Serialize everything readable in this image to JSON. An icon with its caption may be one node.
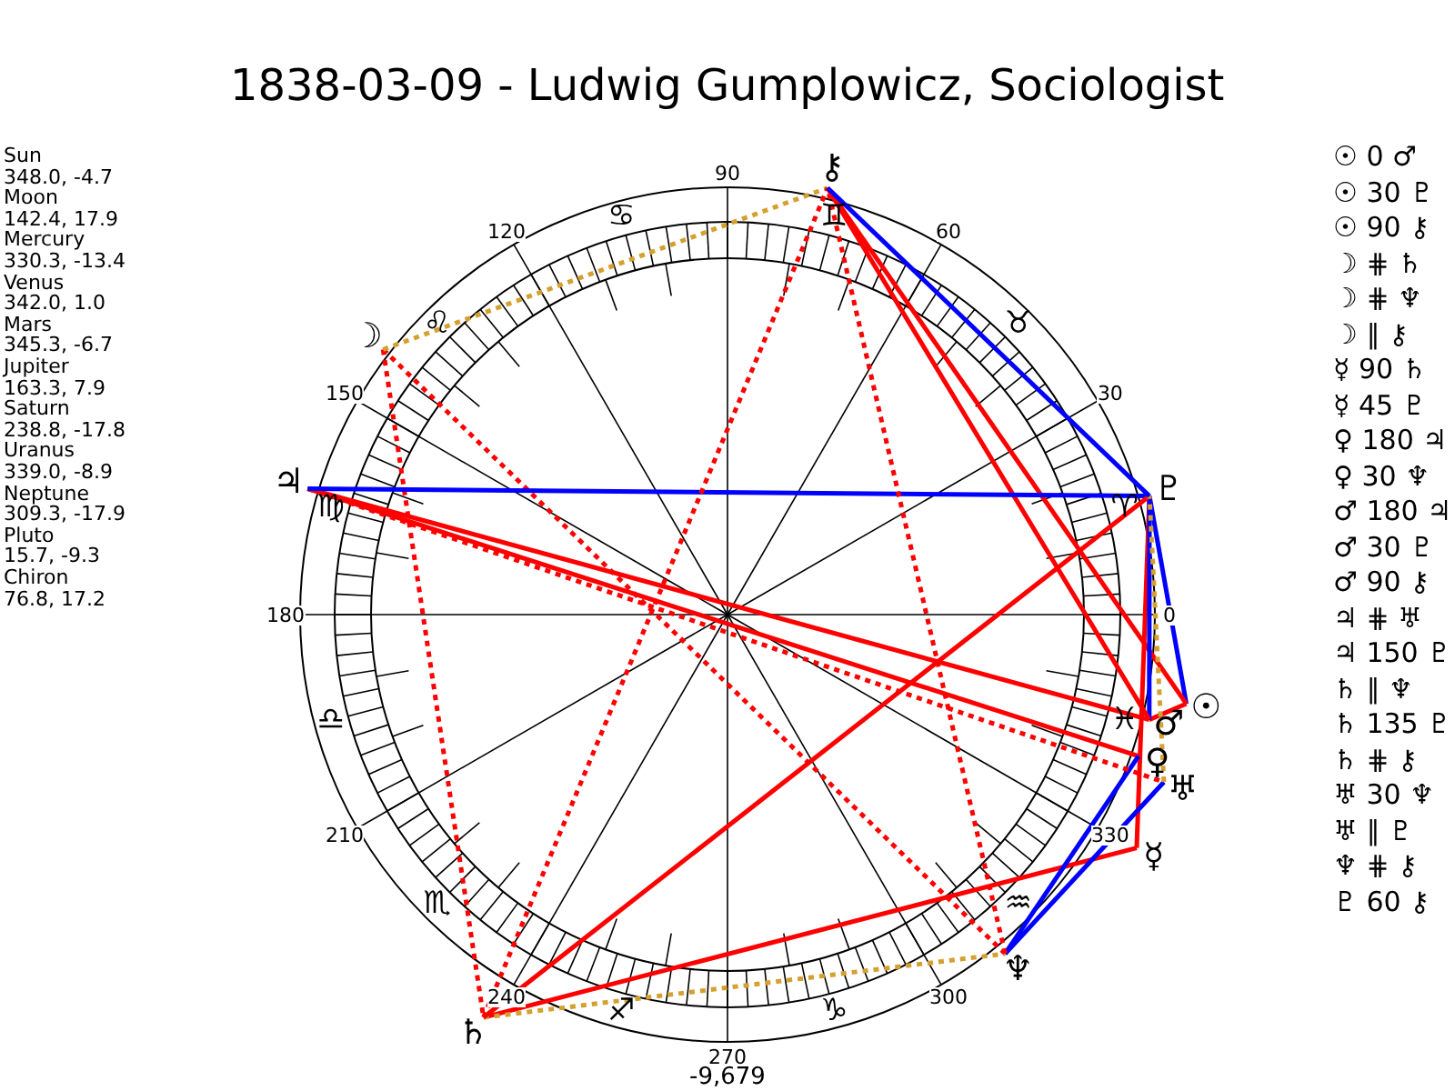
{
  "diagram": {
    "title": "1838-03-09 - Ludwig Gumplowicz, Sociologist",
    "nodes": [
      {
        "text": [
          "☉"
        ]
      },
      {
        "text": [
          "☽"
        ]
      },
      {
        "text": [
          "☿"
        ]
      },
      {
        "text": [
          "♀"
        ]
      },
      {
        "text": [
          "♂"
        ]
      },
      {
        "text": [
          "♃"
        ]
      },
      {
        "text": [
          "♄"
        ]
      },
      {
        "text": [
          "♅"
        ]
      },
      {
        "text": [
          "♆"
        ]
      },
      {
        "text": [
          "♇"
        ]
      },
      {
        "text": [
          "⚷"
        ]
      }
    ],
    "edges": [
      {
        "from": 0,
        "to": 4,
        "arrow": "none"
      },
      {
        "from": 0,
        "to": 9,
        "arrow": "none",
        "color": "#0000ff"
      },
      {
        "from": 0,
        "to": 10,
        "arrow": "none"
      },
      {
        "from": 1,
        "to": 6,
        "arrow": "none",
        "style": "dashed"
      },
      {
        "from": 1,
        "to": 8,
        "arrow": "none",
        "style": "dashed"
      },
      {
        "from": 1,
        "to": 10,
        "arrow": "none",
        "style": "dashed",
        "color": "#d4a030"
      },
      {
        "from": 2,
        "to": 6,
        "arrow": "none"
      },
      {
        "from": 2,
        "to": 9,
        "arrow": "none"
      },
      {
        "from": 3,
        "to": 5,
        "arrow": "none"
      },
      {
        "from": 3,
        "to": 8,
        "arrow": "none",
        "color": "#0000ff"
      },
      {
        "from": 4,
        "to": 5,
        "arrow": "none"
      },
      {
        "from": 4,
        "to": 9,
        "arrow": "none",
        "color": "#0000ff"
      },
      {
        "from": 4,
        "to": 10,
        "arrow": "none"
      },
      {
        "from": 5,
        "to": 7,
        "arrow": "none",
        "style": "dashed"
      },
      {
        "from": 5,
        "to": 9,
        "arrow": "none",
        "color": "#0000ff"
      },
      {
        "from": 6,
        "to": 8,
        "arrow": "none",
        "style": "dashed",
        "color": "#d4a030"
      },
      {
        "from": 6,
        "to": 9,
        "arrow": "none"
      },
      {
        "from": 6,
        "to": 10,
        "arrow": "none",
        "style": "dashed"
      },
      {
        "from": 7,
        "to": 8,
        "arrow": "none",
        "color": "#0000ff"
      },
      {
        "from": 7,
        "to": 9,
        "arrow": "none",
        "style": "dashed",
        "color": "#d4a030"
      },
      {
        "from": 8,
        "to": 10,
        "arrow": "none",
        "style": "dashed"
      },
      {
        "from": 9,
        "to": 10,
        "arrow": "none",
        "color": "#0000ff"
      }
    ],
    "labels": [
      "Sun",
      "348.0, -4.7",
      "Moon",
      "142.4, 17.9",
      "Mercury",
      "330.3, -13.4",
      "Venus",
      "342.0, 1.0",
      "Mars",
      "345.3, -6.7",
      "Jupiter",
      "163.3, 7.9",
      "Saturn",
      "238.8, -17.8",
      "Uranus",
      "339.0, -8.9",
      "Neptune",
      "309.3, -17.9",
      "Pluto",
      "15.7, -9.3",
      "Chiron",
      "76.8, 17.2",
      "0",
      "30",
      "60",
      "90",
      "120",
      "150",
      "180",
      "210",
      "240",
      "270",
      "300",
      "330",
      "♈",
      "♉",
      "♊",
      "♋",
      "♌",
      "♍",
      "♎",
      "♏",
      "♐",
      "♑",
      "♒",
      "♓",
      "-9,679",
      "☉ 0 ♂",
      "☉ 30 ♇",
      "☉ 90 ⚷",
      "☽ ⋕ ♄",
      "☽ ⋕ ♆",
      "☽ ∥ ⚷",
      "☿ 90 ♄",
      "☿ 45 ♇",
      "♀ 180 ♃",
      "♀ 30 ♆",
      "♂ 180 ♃",
      "♂ 30 ♇",
      "♂ 90 ⚷",
      "♃ ⋕ ♅",
      "♃ 150 ♇",
      "♄ ∥ ♆",
      "♄ 135 ♇",
      "♄ ⋕ ⚷",
      "♅ 30 ♆",
      "♅ ∥ ♇",
      "♆ ⋕ ⚷",
      "♇ 60 ⚷"
    ]
  }
}
